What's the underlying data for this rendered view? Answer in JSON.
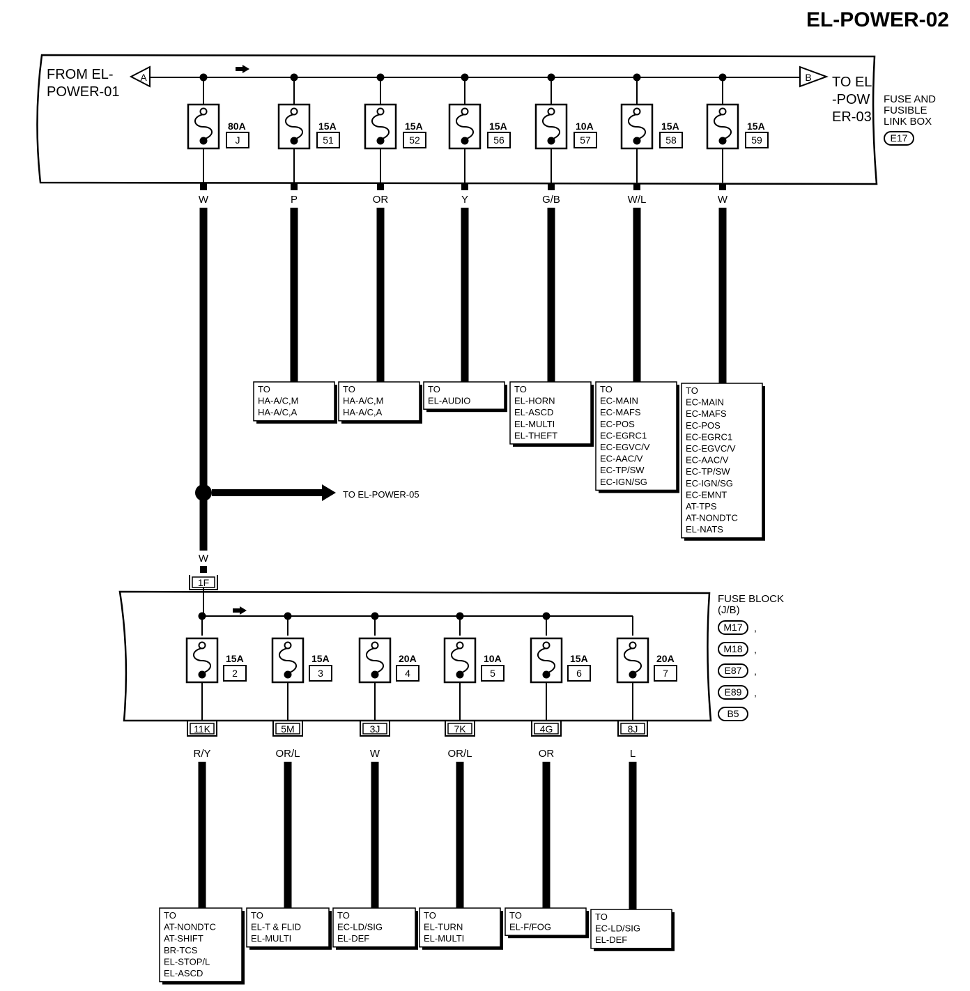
{
  "page": {
    "title": "EL-POWER-02"
  },
  "top_box": {
    "from_label": [
      "FROM EL-",
      "POWER-01"
    ],
    "from_connector": "A",
    "to_label": [
      "TO EL",
      "-POW",
      "ER-03"
    ],
    "to_connector": "B",
    "box_label": [
      "FUSE AND",
      "FUSIBLE",
      "LINK BOX"
    ],
    "box_connector": "E17",
    "fuses": [
      {
        "amp": "80A",
        "num": "J",
        "wire": "W"
      },
      {
        "amp": "15A",
        "num": "51",
        "wire": "P"
      },
      {
        "amp": "15A",
        "num": "52",
        "wire": "OR"
      },
      {
        "amp": "15A",
        "num": "56",
        "wire": "Y"
      },
      {
        "amp": "10A",
        "num": "57",
        "wire": "G/B"
      },
      {
        "amp": "15A",
        "num": "58",
        "wire": "W/L"
      },
      {
        "amp": "15A",
        "num": "59",
        "wire": "W"
      }
    ],
    "destinations": [
      null,
      [
        "TO",
        "HA-A/C,M",
        "HA-A/C,A"
      ],
      [
        "TO",
        "HA-A/C,M",
        "HA-A/C,A"
      ],
      [
        "TO",
        "EL-AUDIO"
      ],
      [
        "TO",
        "EL-HORN",
        "EL-ASCD",
        "EL-MULTI",
        "EL-THEFT"
      ],
      [
        "TO",
        "EC-MAIN",
        "EC-MAFS",
        "EC-POS",
        "EC-EGRC1",
        "EC-EGVC/V",
        "EC-AAC/V",
        "EC-TP/SW",
        "EC-IGN/SG"
      ],
      [
        "TO",
        "EC-MAIN",
        "EC-MAFS",
        "EC-POS",
        "EC-EGRC1",
        "EC-EGVC/V",
        "EC-AAC/V",
        "EC-TP/SW",
        "EC-IGN/SG",
        "EC-EMNT",
        "AT-TPS",
        "AT-NONDTC",
        "EL-NATS"
      ]
    ]
  },
  "junction": {
    "label": "TO EL-POWER-05",
    "wire": "W",
    "connector": "1F"
  },
  "bottom_box": {
    "box_label": [
      "FUSE BLOCK",
      "(J/B)"
    ],
    "connectors": [
      "M17",
      "M18",
      "E87",
      "E89",
      "B5"
    ],
    "fuses": [
      {
        "amp": "15A",
        "num": "2",
        "conn": "11K",
        "wire": "R/Y"
      },
      {
        "amp": "15A",
        "num": "3",
        "conn": "5M",
        "wire": "OR/L"
      },
      {
        "amp": "20A",
        "num": "4",
        "conn": "3J",
        "wire": "W"
      },
      {
        "amp": "10A",
        "num": "5",
        "conn": "7K",
        "wire": "OR/L"
      },
      {
        "amp": "15A",
        "num": "6",
        "conn": "4G",
        "wire": "OR"
      },
      {
        "amp": "20A",
        "num": "7",
        "conn": "8J",
        "wire": "L"
      }
    ],
    "destinations": [
      [
        "TO",
        "AT-NONDTC",
        "AT-SHIFT",
        "BR-TCS",
        "EL-STOP/L",
        "EL-ASCD"
      ],
      [
        "TO",
        "EL-T & FLID",
        "EL-MULTI"
      ],
      [
        "TO",
        "EC-LD/SIG",
        "EL-DEF"
      ],
      [
        "TO",
        "EL-TURN",
        "EL-MULTI"
      ],
      [
        "TO",
        "EL-F/FOG"
      ],
      [
        "TO",
        "EC-LD/SIG",
        "EL-DEF"
      ]
    ]
  }
}
